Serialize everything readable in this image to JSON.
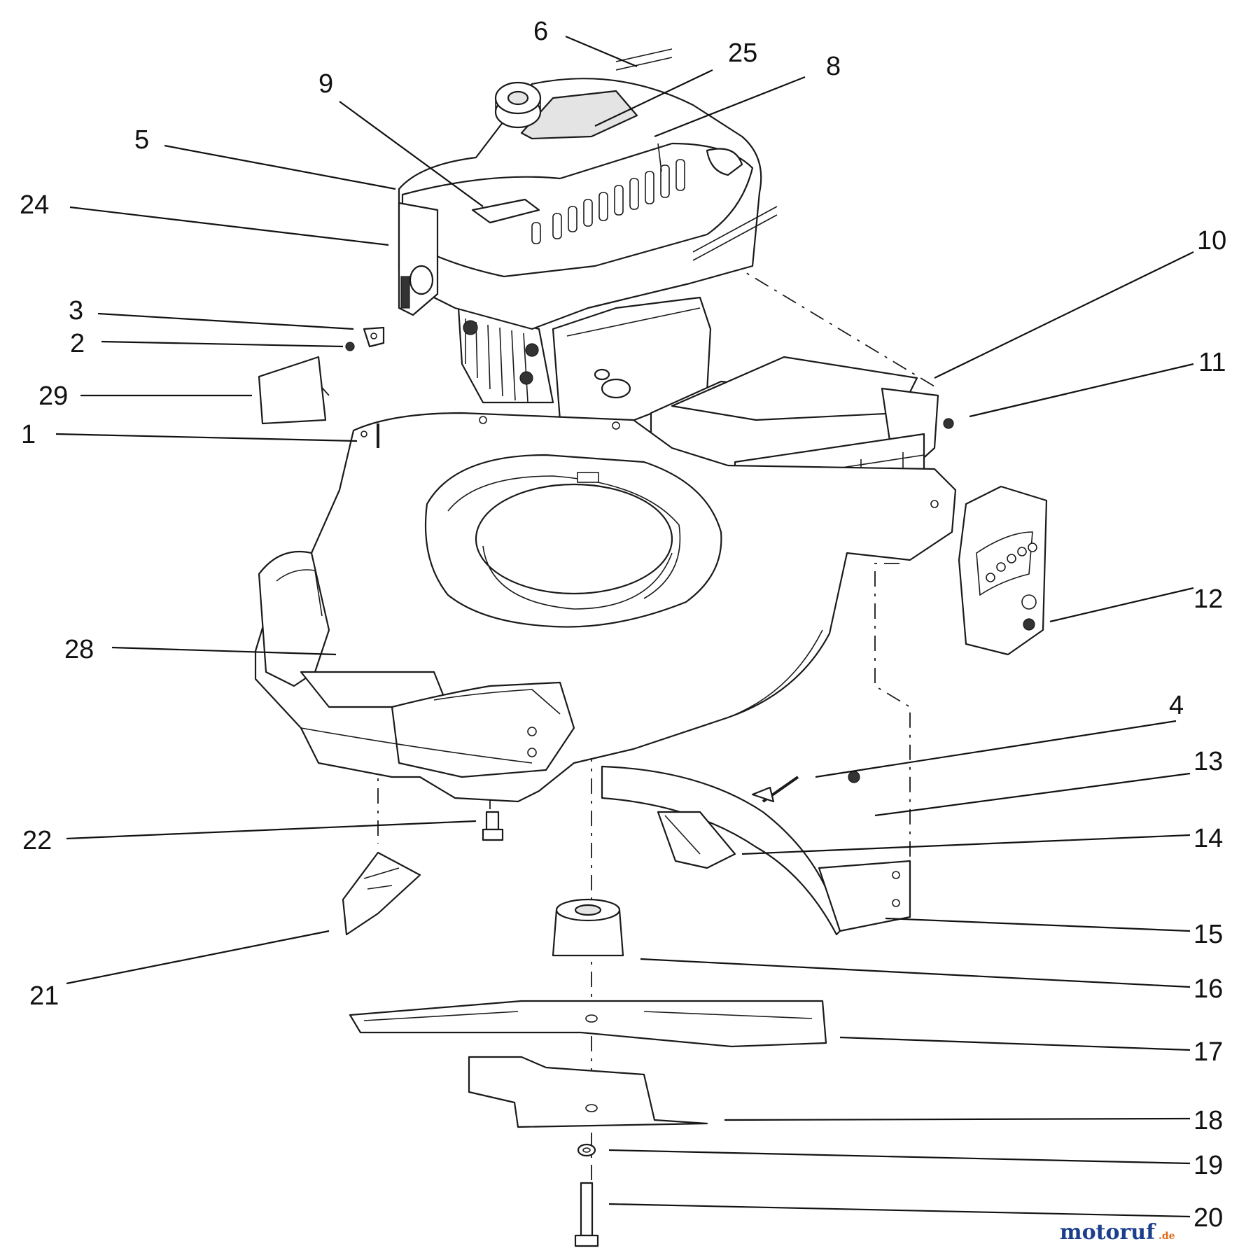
{
  "callouts": [
    {
      "id": "6",
      "text": "6"
    },
    {
      "id": "25",
      "text": "25"
    },
    {
      "id": "8",
      "text": "8"
    },
    {
      "id": "9",
      "text": "9"
    },
    {
      "id": "5",
      "text": "5"
    },
    {
      "id": "24",
      "text": "24"
    },
    {
      "id": "10",
      "text": "10"
    },
    {
      "id": "11",
      "text": "11"
    },
    {
      "id": "3",
      "text": "3"
    },
    {
      "id": "2",
      "text": "2"
    },
    {
      "id": "29",
      "text": "29"
    },
    {
      "id": "1",
      "text": "1"
    },
    {
      "id": "12",
      "text": "12"
    },
    {
      "id": "28",
      "text": "28"
    },
    {
      "id": "4",
      "text": "4"
    },
    {
      "id": "13",
      "text": "13"
    },
    {
      "id": "14",
      "text": "14"
    },
    {
      "id": "22",
      "text": "22"
    },
    {
      "id": "15",
      "text": "15"
    },
    {
      "id": "16",
      "text": "16"
    },
    {
      "id": "21",
      "text": "21"
    },
    {
      "id": "17",
      "text": "17"
    },
    {
      "id": "18",
      "text": "18"
    },
    {
      "id": "19",
      "text": "19"
    },
    {
      "id": "20",
      "text": "20"
    }
  ],
  "watermark": {
    "text": "motoruf",
    "suffix": ".de",
    "color": "#1c3f8c",
    "accent_color": "#e06b1a"
  }
}
